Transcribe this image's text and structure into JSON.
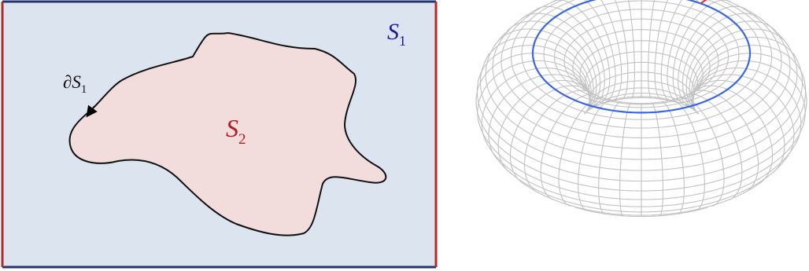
{
  "left_panel": {
    "region_outer": {
      "symbol": "S",
      "subscript": "1",
      "color": "#1a1a9c"
    },
    "region_inner": {
      "symbol": "S",
      "subscript": "2",
      "color": "#b01c24"
    },
    "boundary": {
      "prefix": "∂",
      "symbol": "S",
      "subscript": "1",
      "color": "#111111"
    },
    "colors": {
      "background_fill": "#dce4f0",
      "inner_fill": "#f2dcdc",
      "frame_left": "#b22a2a",
      "frame_right": "#b22a2a",
      "frame_top": "#22336e",
      "frame_bottom": "#22336e"
    }
  },
  "right_panel": {
    "shape": "torus",
    "colors": {
      "mesh": "#c2c2c2",
      "blue_loop": "#3a66e0",
      "red_loop": "#e0323a"
    }
  }
}
